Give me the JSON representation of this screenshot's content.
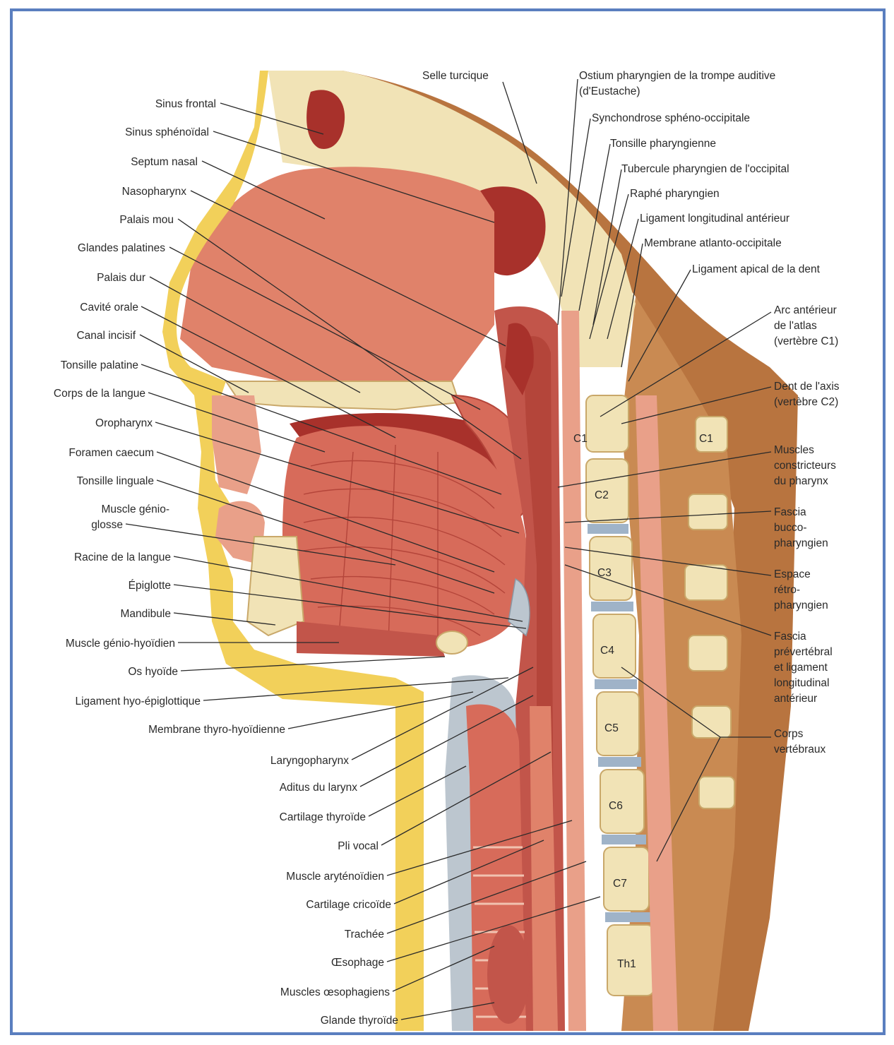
{
  "frame_color": "#5a7fbf",
  "colors": {
    "skin_outer": "#b8743f",
    "tissue": "#d76b5a",
    "tissue_dark": "#b4453a",
    "tissue_light": "#e9a089",
    "bone": "#f1e3b6",
    "bone_dots": "#c9a86a",
    "fat_yellow": "#f2d05a",
    "cavity": "#a8312b",
    "cartilage": "#bcc6cf",
    "line": "#2a2a2a"
  },
  "labels_left": [
    "Sinus frontal",
    "Sinus sphénoïdal",
    "Septum nasal",
    "Nasopharynx",
    "Palais mou",
    "Glandes palatines",
    "Palais dur",
    "Cavité orale",
    "Canal incisif",
    "Tonsille palatine",
    "Corps de la langue",
    "Oropharynx",
    "Foramen caecum",
    "Tonsille linguale",
    "Muscle génio-",
    "glosse",
    "Racine de la langue",
    "Épiglotte",
    "Mandibule",
    "Muscle génio-hyoïdien",
    "Os hyoïde",
    "Ligament hyo-épiglottique",
    "Membrane thyro-hyoïdienne",
    "Laryngopharynx",
    "Aditus du larynx",
    "Cartilage thyroïde",
    "Pli vocal",
    "Muscle aryténoïdien",
    "Cartilage cricoïde",
    "Trachée",
    "Œsophage",
    "Muscles œsophagiens",
    "Glande thyroïde"
  ],
  "labels_top": [
    "Selle turcique",
    "Ostium pharyngien de la trompe auditive",
    "(d'Eustache)",
    "Synchondrose sphéno-occipitale",
    "Tonsille pharyngienne",
    "Tubercule pharyngien de l'occipital",
    "Raphé pharyngien",
    "Ligament longitudinal antérieur",
    "Membrane atlanto-occipitale",
    "Ligament apical de la dent"
  ],
  "labels_right": [
    "Arc antérieur",
    "de l'atlas",
    "(vertèbre C1)",
    "Dent de l'axis",
    "(vertèbre C2)",
    "Muscles",
    "constricteurs",
    "du pharynx",
    "Fascia",
    "bucco-",
    "pharyngien",
    "Espace",
    "rétro-",
    "pharyngien",
    "Fascia",
    "prévertébral",
    "et ligament",
    "longitudinal",
    "antérieur",
    "Corps",
    "vertébraux"
  ],
  "vertebra_labels": [
    "C1",
    "C2",
    "C3",
    "C4",
    "C5",
    "C6",
    "C7",
    "Th1",
    "C1"
  ]
}
